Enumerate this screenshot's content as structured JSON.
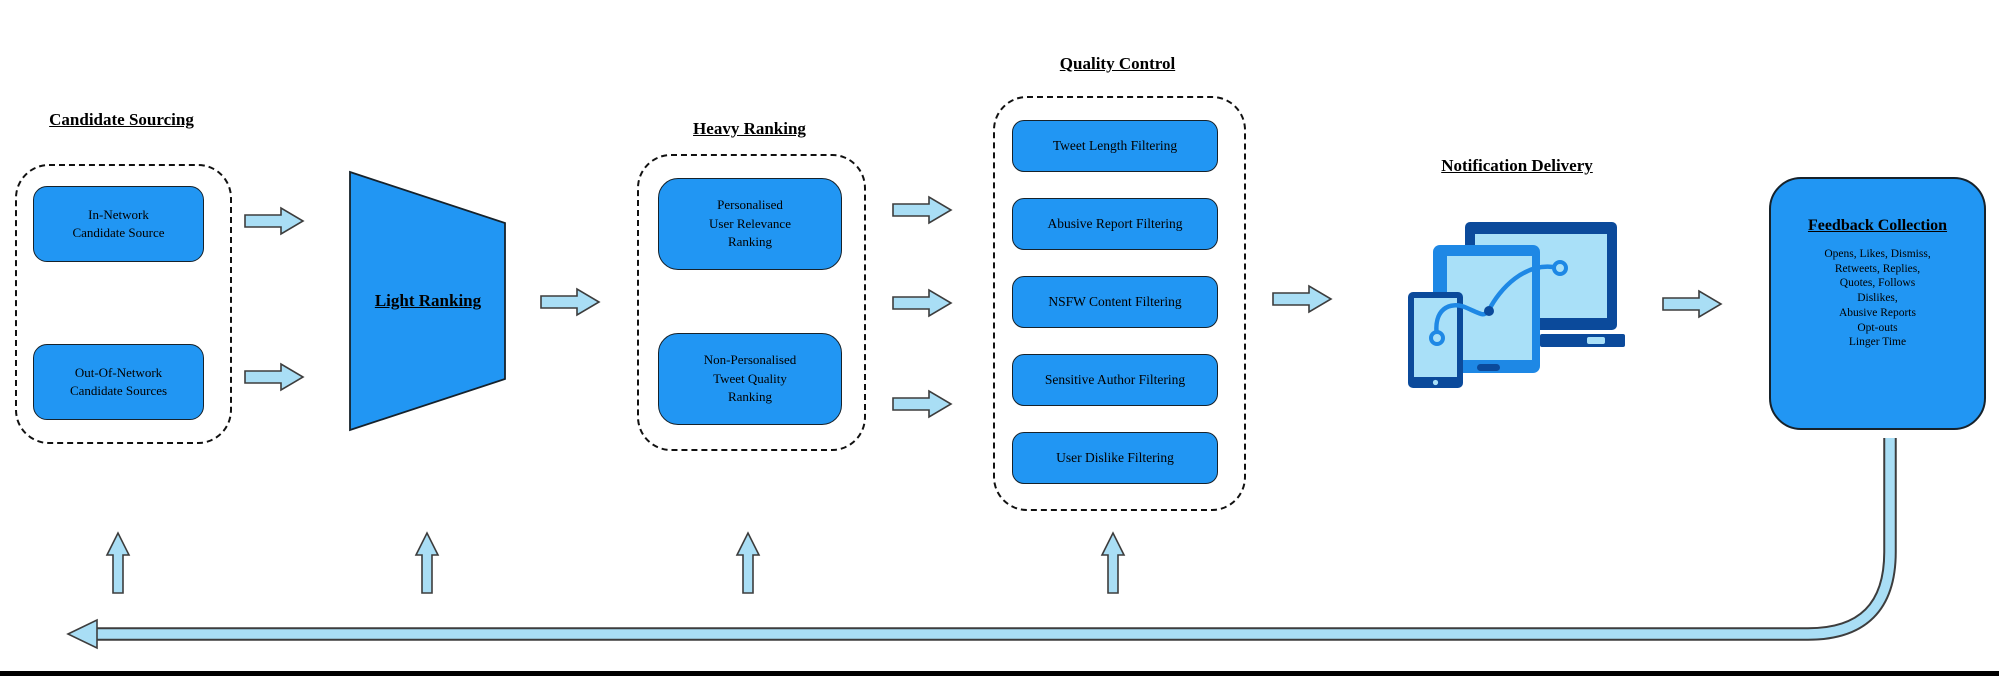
{
  "diagram": {
    "candidate_sourcing": {
      "title": "Candidate Sourcing",
      "in_network": "In-Network\nCandidate Source",
      "out_of_network": "Out-Of-Network\nCandidate Sources"
    },
    "light_ranking": {
      "title": "Light Ranking"
    },
    "heavy_ranking": {
      "title": "Heavy Ranking",
      "personalised": "Personalised\nUser Relevance\nRanking",
      "non_personalised": "Non-Personalised\nTweet Quality\nRanking"
    },
    "quality_control": {
      "title": "Quality Control",
      "items": [
        "Tweet Length Filtering",
        "Abusive Report Filtering",
        "NSFW Content Filtering",
        "Sensitive Author Filtering",
        "User Dislike Filtering"
      ]
    },
    "notification_delivery": {
      "title": "Notification Delivery"
    },
    "feedback_collection": {
      "title": "Feedback Collection",
      "signals": "Opens, Likes, Dismiss,\nRetweets, Replies,\nQuotes, Follows\nDislikes,\nAbusive Reports\nOpt-outs\nLinger Time"
    },
    "colors": {
      "box_blue": "#2196f3",
      "arrow_fill": "#a9def5",
      "outline_dark": "#3d3d3d",
      "device_dark": "#0b4a9b",
      "device_mid": "#1e88e5",
      "device_light": "#a9e0f8"
    }
  }
}
